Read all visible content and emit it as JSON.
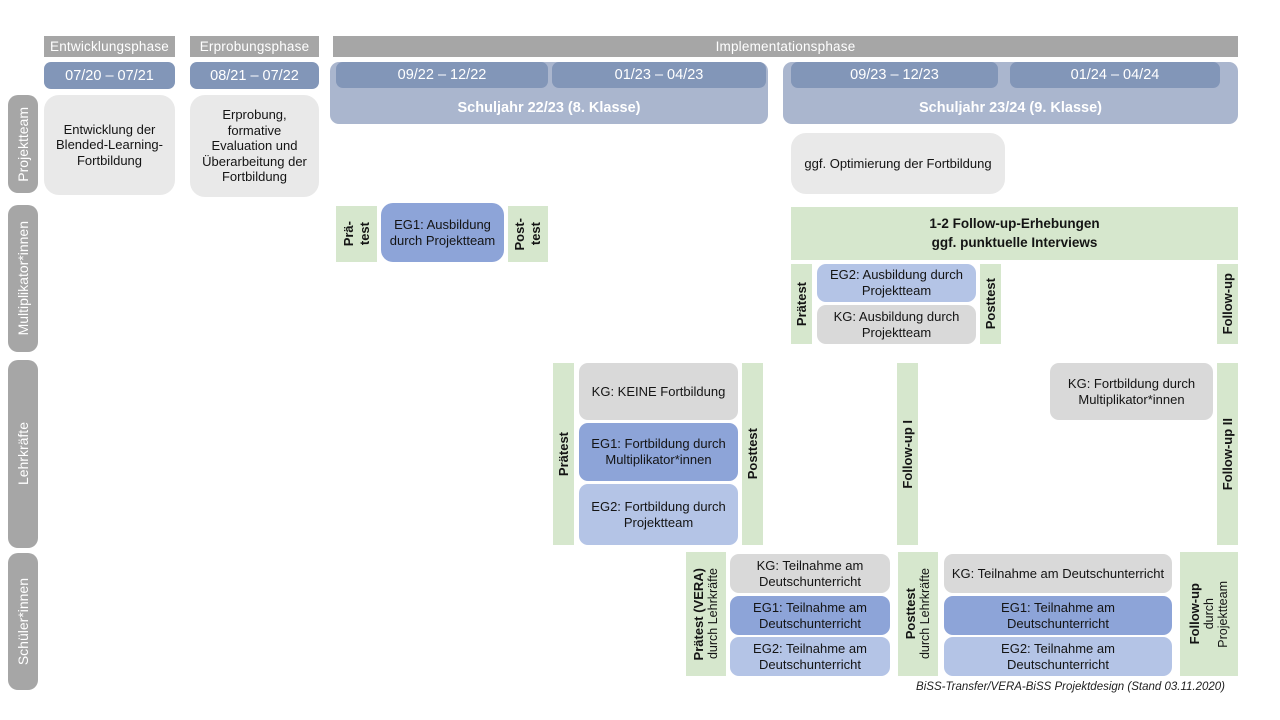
{
  "colors": {
    "gray_dark": "#a6a6a6",
    "date_pill": "#8296b8",
    "year_container": "#aab6ce",
    "green": "#d6e7cd",
    "box_lightgray": "#e9e9e9",
    "box_kg": "#d9d9d9",
    "box_eg1": "#8da4d8",
    "box_eg2": "#b4c4e6"
  },
  "phases": {
    "entwicklung": "Entwicklungsphase",
    "erprobung": "Erprobungsphase",
    "implementation": "Implementationsphase"
  },
  "dates": {
    "d1": "07/20 – 07/21",
    "d2": "08/21 – 07/22",
    "d3": "09/22 – 12/22",
    "d4": "01/23 – 04/23",
    "d5": "09/23 – 12/23",
    "d6": "01/24 – 04/24"
  },
  "school_years": {
    "y2223": "Schuljahr 22/23 (8. Klasse)",
    "y2324": "Schuljahr 23/24 (9. Klasse)"
  },
  "sidebar": {
    "projektteam": "Projektteam",
    "multiplikatoren": "Multiplikator*innen",
    "lehrkraefte": "Lehrkräfte",
    "schueler": "Schüler*innen"
  },
  "projektteam": {
    "entwicklung_box": "Entwicklung der Blended-Learning-Fortbildung",
    "erprobung_box": "Erprobung, formative Evaluation und Überarbeitung der Fortbildung",
    "optimierung_box": "ggf. Optimierung der Fortbildung"
  },
  "multiplikatoren": {
    "praetest1_line1": "Prä-",
    "praetest1_line2": "test",
    "eg1_box": "EG1: Ausbildung durch Projektteam",
    "posttest1_line1": "Post-",
    "posttest1_line2": "test",
    "followup_box_line1": "1-2 Follow-up-Erhebungen",
    "followup_box_line2": "ggf. punktuelle Interviews",
    "praetest2": "Prätest",
    "eg2_box": "EG2: Ausbildung durch Projektteam",
    "kg_box": "KG: Ausbildung durch Projektteam",
    "posttest2": "Posttest",
    "followup": "Follow-up"
  },
  "lehrkraefte": {
    "praetest": "Prätest",
    "kg_box": "KG: KEINE Fortbildung",
    "eg1_box": "EG1: Fortbildung durch Multiplikator*innen",
    "eg2_box": "EG2: Fortbildung durch Projektteam",
    "posttest": "Posttest",
    "followup1": "Follow-up I",
    "kg2_box": "KG: Fortbildung durch Multiplikator*innen",
    "followup2": "Follow-up II"
  },
  "schueler": {
    "praetest_main": "Prätest (VERA)",
    "praetest_sub": "durch Lehrkräfte",
    "kg1_box": "KG: Teilnahme am Deutschunterricht",
    "eg1a_box": "EG1: Teilnahme am Deutschunterricht",
    "eg2a_box": "EG2: Teilnahme am Deutschunterricht",
    "posttest_main": "Posttest",
    "posttest_sub": "durch Lehrkräfte",
    "kg2_box": "KG: Teilnahme am Deutschunterricht",
    "eg1b_box": "EG1: Teilnahme am Deutschunterricht",
    "eg2b_box": "EG2: Teilnahme am Deutschunterricht",
    "followup_main": "Follow-up",
    "followup_sub1": "durch",
    "followup_sub2": "Projektteam"
  },
  "caption": "BiSS-Transfer/VERA-BiSS Projektdesign (Stand 03.11.2020)"
}
